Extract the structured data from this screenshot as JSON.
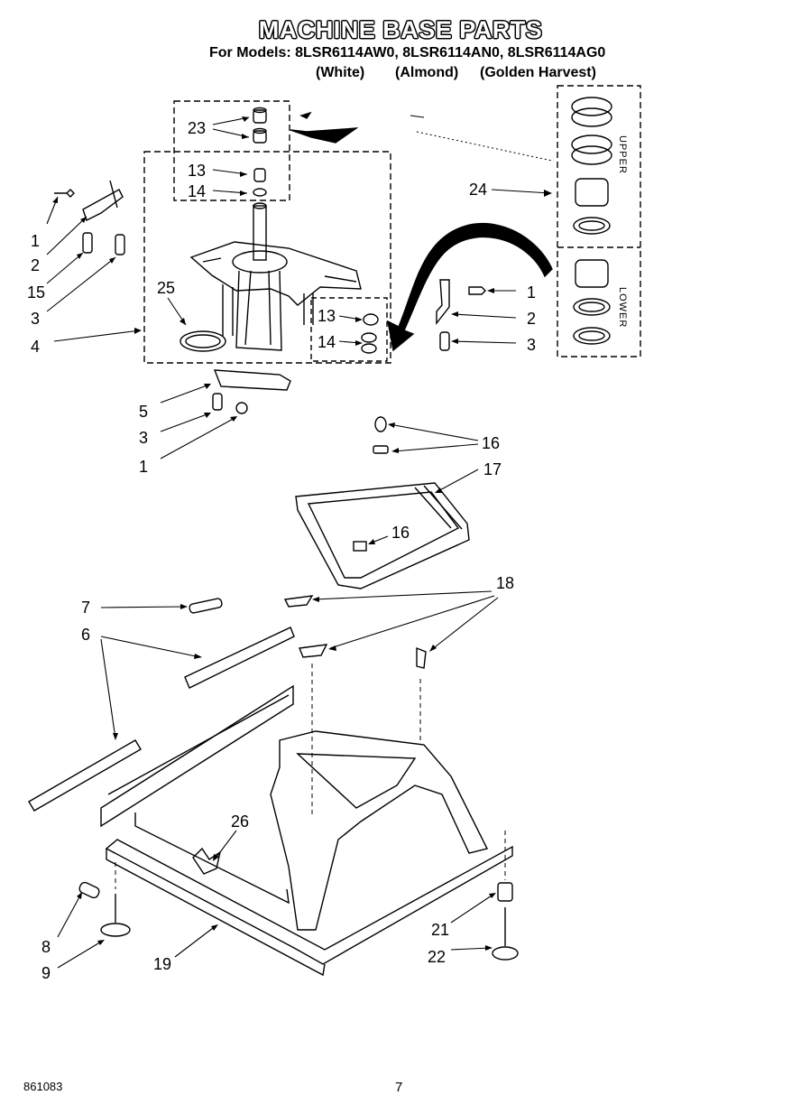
{
  "header": {
    "title": "MACHINE BASE PARTS",
    "models_line": "For Models: 8LSR6114AW0, 8LSR6114AN0, 8LSR6114AG0",
    "finish_white": "(White)",
    "finish_almond": "(Almond)",
    "finish_golden": "(Golden Harvest)"
  },
  "inset": {
    "upper_label": "UPPER",
    "lower_label": "LOWER"
  },
  "labels": {
    "p23": "23",
    "p13a": "13",
    "p14a": "14",
    "p24": "24",
    "p1a": "1",
    "p2a": "2",
    "p15": "15",
    "p3a": "3",
    "p4": "4",
    "p25": "25",
    "p13b": "13",
    "p14b": "14",
    "p1b": "1",
    "p2b": "2",
    "p3b": "3",
    "p5": "5",
    "p3c": "3",
    "p1c": "1",
    "p16a": "16",
    "p17": "17",
    "p16b": "16",
    "p7": "7",
    "p6": "6",
    "p18": "18",
    "p26": "26",
    "p8": "8",
    "p9": "9",
    "p19": "19",
    "p21": "21",
    "p22": "22"
  },
  "footer": {
    "code": "861083",
    "page": "7"
  }
}
